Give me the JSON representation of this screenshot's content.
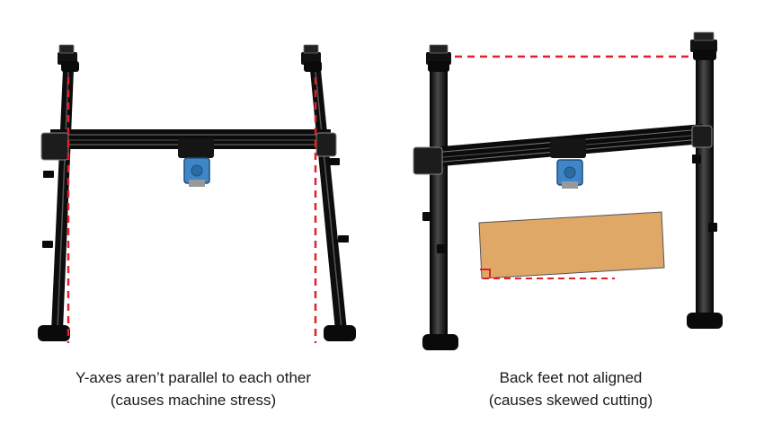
{
  "panels": [
    {
      "id": "left",
      "caption_line1": "Y-axes aren’t parallel to each other",
      "caption_line2": "(causes machine stress)"
    },
    {
      "id": "right",
      "caption_line1": "Back feet not aligned",
      "caption_line2": "(causes skewed cutting)"
    }
  ],
  "colors": {
    "frame": "#0d0d0d",
    "frame_highlight": "#5a5a5a",
    "guide_line": "#e0202a",
    "motor": "#3f86c8",
    "workpiece": "#dfa867",
    "workpiece_border": "#555555",
    "square_marker": "#e0202a"
  },
  "icons": {
    "gantry_motor": "motor-icon"
  }
}
